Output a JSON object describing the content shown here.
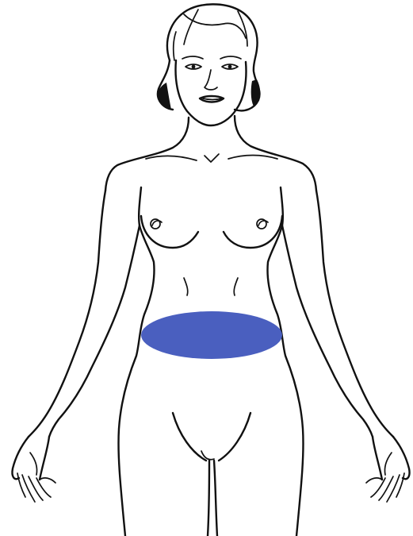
{
  "figure": {
    "subject": "female-body-front-outline",
    "line_color": "#111111",
    "background_color": "#ffffff"
  },
  "highlight": {
    "region": "lower-abdomen",
    "shape": "ellipse",
    "color": "#4a5fbf"
  }
}
